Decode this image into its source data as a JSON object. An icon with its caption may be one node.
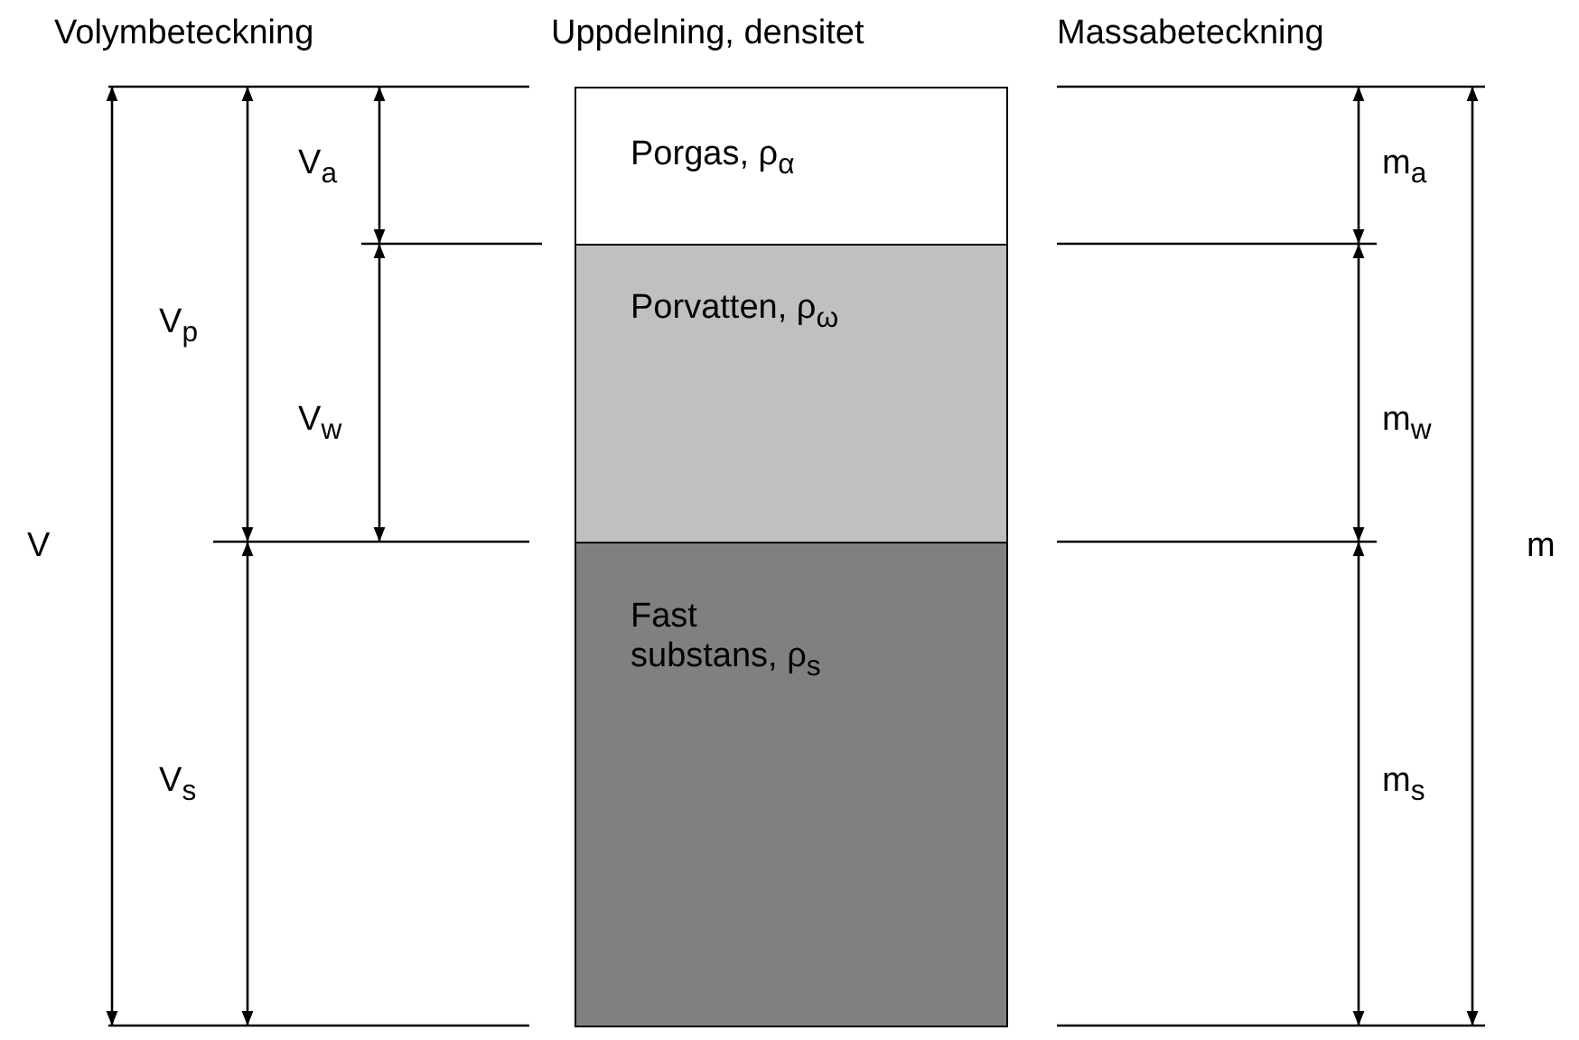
{
  "diagram": {
    "nodes": [
      {
        "text": [
          "Porgas, ρ$_{α}$"
        ]
      },
      {
        "text": [
          "Porvatten, ρ$_{ω}$"
        ]
      },
      {
        "text": [
          "Fast substans, ρ$_{s}$"
        ]
      }
    ],
    "edges": [],
    "labels": [
      "Volymbeteckning",
      "Uppdelning, densitet",
      "Massabeteckning",
      "V$_{a}$",
      "m$_{a}$",
      "V$_{p}$",
      "V$_{w}$",
      "m$_{w}$",
      "V",
      "m",
      "V$_{s}$",
      "m$_{s}$"
    ]
  }
}
